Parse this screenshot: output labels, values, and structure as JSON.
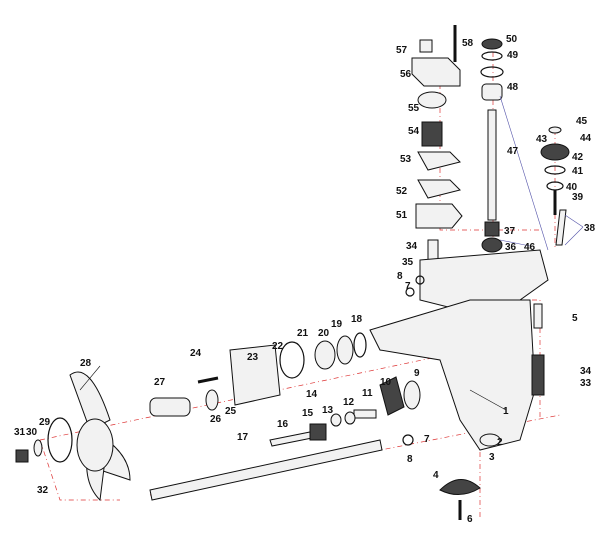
{
  "title": "Lower unit exploded parts diagram",
  "labels": [
    "58",
    "50",
    "49",
    "48",
    "57",
    "56",
    "55",
    "54",
    "47",
    "53",
    "52",
    "51",
    "45",
    "44",
    "43",
    "42",
    "41",
    "40",
    "39",
    "38",
    "37",
    "36",
    "46",
    "34",
    "35",
    "8",
    "7",
    "5",
    "34",
    "33",
    "28",
    "24",
    "23",
    "22",
    "21",
    "20",
    "19",
    "18",
    "9",
    "10",
    "27",
    "26",
    "25",
    "11",
    "12",
    "13",
    "14",
    "15",
    "16",
    "17",
    "1",
    "2",
    "3",
    "4",
    "6",
    "29",
    "31",
    "30",
    "32",
    "8",
    "7"
  ],
  "colors": {
    "lines": "#111111",
    "centerlines": "#dd3333",
    "leaders": "#5555aa"
  }
}
